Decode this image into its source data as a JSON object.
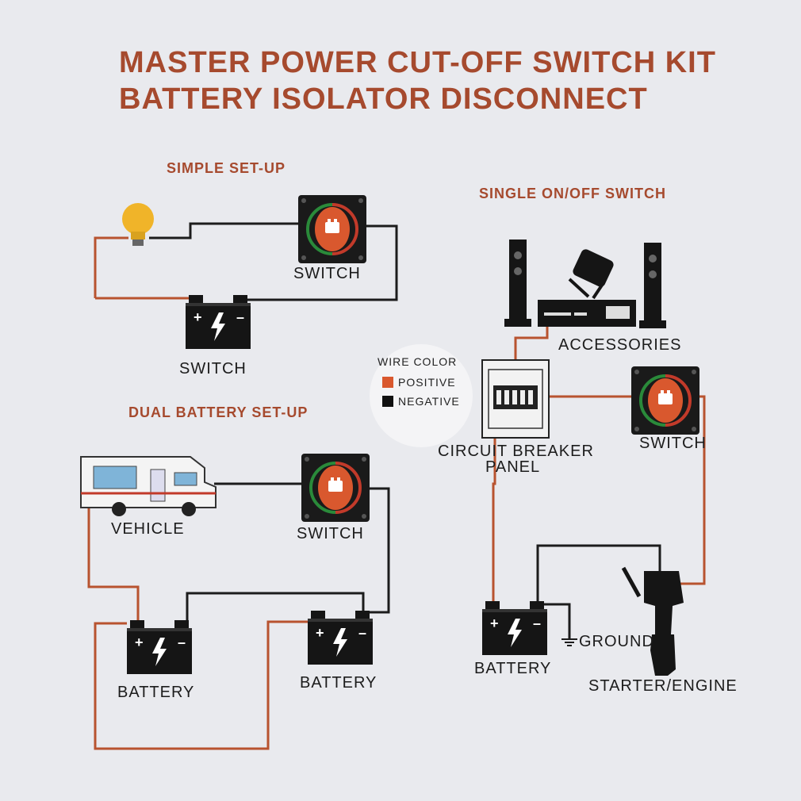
{
  "title": {
    "line1": "MASTER POWER CUT-OFF SWITCH KIT",
    "line2": "BATTERY ISOLATOR DISCONNECT"
  },
  "colors": {
    "title": "#a64a2e",
    "positive_wire": "#b8532f",
    "negative_wire": "#1c1c1c",
    "switch_knob": "#d9582e",
    "bulb": "#f0b429",
    "background": "#e9eaee"
  },
  "simple_setup": {
    "heading": "SIMPLE SET-UP",
    "switch_label": "SWITCH",
    "battery_label": "SWITCH",
    "bulb_icon": "light-bulb-icon"
  },
  "dual_battery_setup": {
    "heading": "DUAL BATTERY SET-UP",
    "vehicle_label": "VEHICLE",
    "switch_label": "SWITCH",
    "battery1_label": "BATTERY",
    "battery2_label": "BATTERY",
    "vehicle_icon": "rv-camper-icon"
  },
  "single_switch": {
    "heading": "SINGLE ON/OFF SWITCH",
    "accessories_label": "ACCESSORIES",
    "panel_label_line1": "CIRCUIT  BREAKER",
    "panel_label_line2": "PANEL",
    "switch_label": "SWITCH",
    "battery_label": "BATTERY",
    "ground_label": "GROUND",
    "engine_label": "STARTER/ENGINE",
    "icons": [
      "speaker-icon",
      "stage-light-icon",
      "receiver-icon",
      "breaker-panel-icon",
      "outboard-engine-icon"
    ]
  },
  "legend": {
    "title": "WIRE COLOR",
    "positive": "POSITIVE",
    "negative": "NEGATIVE"
  }
}
